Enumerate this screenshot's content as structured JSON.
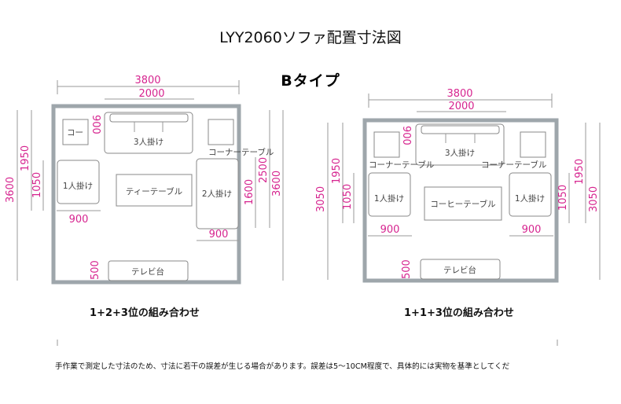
{
  "title": "LYY2060ソファ配置寸法図",
  "subtitle": "Bタイプ",
  "colors": {
    "dimension": "#d6248f",
    "wall": "#9ea6ab",
    "furniture_line": "#888888"
  },
  "plans": [
    {
      "caption": "1+2+3位の組み合わせ",
      "dims": {
        "room_width": "3800",
        "sofa3_width": "2000",
        "sofa3_depth": "900",
        "left_total": "3600",
        "left_upper": "1950",
        "left_chair": "1050",
        "chair_left_width": "900",
        "right_outer": "3600",
        "right_mid": "2500",
        "right_sofa": "1600",
        "sofa_right_width": "900",
        "tv_depth": "500"
      },
      "labels": {
        "corner_left": "コー",
        "corner_right": "コーナーテーブル",
        "sofa3": "3人掛け",
        "chair_left": "1人掛け",
        "sofa_right": "2人掛け",
        "center_table": "ティーテーブル",
        "tv": "テレビ台"
      }
    },
    {
      "caption": "1+1+3位の組み合わせ",
      "dims": {
        "room_width": "3800",
        "sofa3_width": "2000",
        "sofa3_depth": "900",
        "left_total": "3050",
        "left_upper": "1950",
        "left_chair": "1050",
        "chair_left_width": "900",
        "right_outer": "3050",
        "right_mid": "1950",
        "right_sofa": "1050",
        "sofa_right_width": "900",
        "tv_depth": "500"
      },
      "labels": {
        "corner_left": "コーナーテーブル",
        "corner_right": "コーナーテーブル",
        "sofa3": "3人掛け",
        "chair_left": "1人掛け",
        "sofa_right": "1人掛け",
        "center_table": "コーヒーテーブル",
        "tv": "テレビ台"
      }
    }
  ],
  "note": "手作業で測定した寸法のため、寸法に若干の誤差が生じる場合があります。誤差は5〜10CM程度で、具体的には実物を基準としてくだ"
}
